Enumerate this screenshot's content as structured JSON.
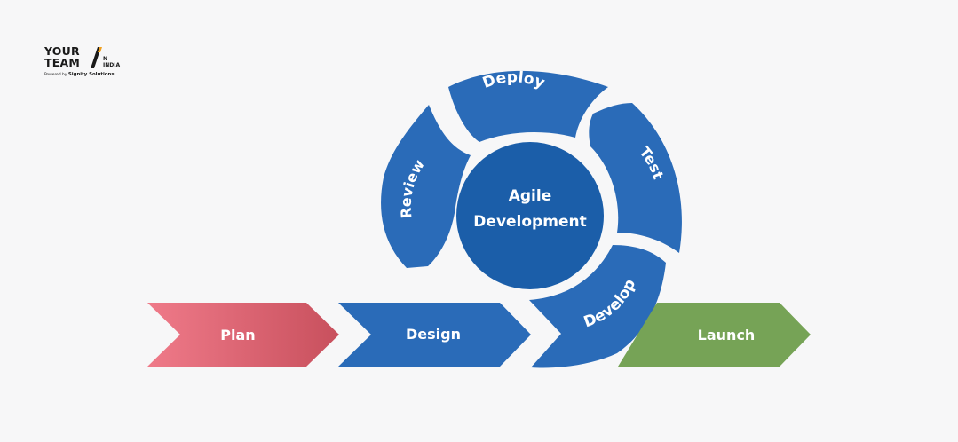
{
  "logo": {
    "line1": "YOUR",
    "line2": "TEAM",
    "in_top": "N",
    "in_bottom": "INDIA",
    "powered_prefix": "Powered by",
    "powered_brand": "Signity Solutions"
  },
  "diagram": {
    "center": [
      "Agile",
      "Development"
    ],
    "cycle": [
      "Deploy",
      "Test",
      "Develop",
      "Review"
    ],
    "steps": [
      "Plan",
      "Design",
      "Launch"
    ]
  },
  "colors": {
    "blue": "#2a6bb8",
    "center_blue": "#1b5ea9",
    "plan_start": "#ef7a89",
    "plan_end": "#c8505d",
    "launch_green": "#76a356",
    "background": "#f7f7f8"
  }
}
